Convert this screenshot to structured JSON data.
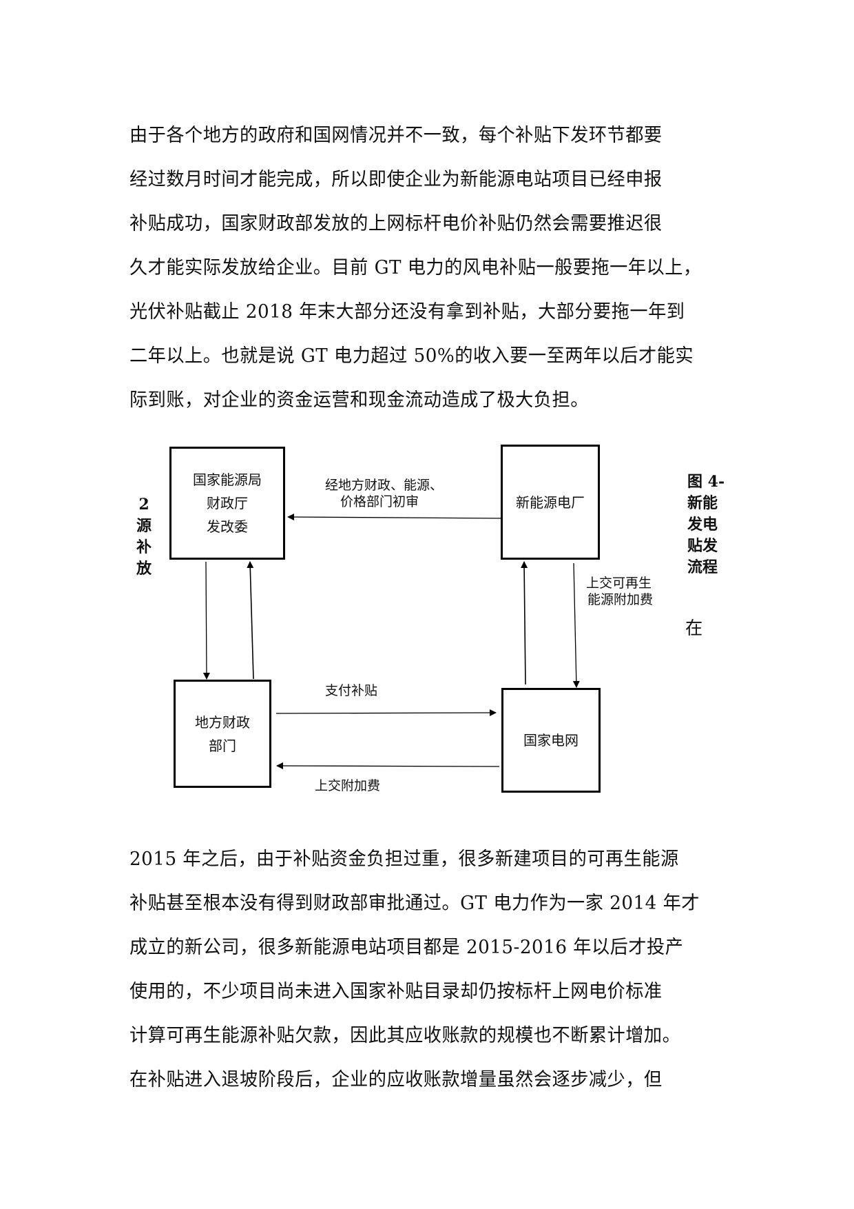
{
  "paragraph1": {
    "lines": [
      "由于各个地方的政府和国网情况并不一致，每个补贴下发环节都要",
      "经过数月时间才能完成，所以即使企业为新能源电站项目已经申报",
      "补贴成功，国家财政部发放的上网标杆电价补贴仍然会需要推迟很",
      "久才能实际发放给企业。目前 GT 电力的风电补贴一般要拖一年以上，",
      "光伏补贴截止 2018 年末大部分还没有拿到补贴，大部分要拖一年到",
      "二年以上。也就是说 GT 电力超过 50%的收入要一至两年以后才能实",
      "际到账，对企业的资金运营和现金流动造成了极大负担。"
    ]
  },
  "diagram": {
    "boxes": {
      "national_energy": {
        "lines": [
          "国家能源局",
          "财政厅",
          "发改委"
        ]
      },
      "new_energy_plant": {
        "lines": [
          "新能源电厂"
        ]
      },
      "local_finance": {
        "lines": [
          "地方财政",
          "部门"
        ]
      },
      "state_grid": {
        "lines": [
          "国家电网"
        ]
      }
    },
    "edges": {
      "plant_to_national": {
        "lines": [
          "经地方财政、能源、",
          "价格部门初审"
        ]
      },
      "plant_to_grid": {
        "lines": [
          "上交可再生",
          "能源附加费"
        ]
      },
      "local_to_grid": {
        "label": "支付补贴"
      },
      "grid_to_local": {
        "label": "上交附加费"
      }
    },
    "caption_right": {
      "lines": [
        "图 4-",
        "新能",
        "发电",
        "贴发",
        "流程"
      ],
      "trailing": "在"
    },
    "caption_left": {
      "lines": [
        "2",
        "源",
        "补",
        "放"
      ]
    }
  },
  "paragraph2": {
    "lines": [
      "2015 年之后，由于补贴资金负担过重，很多新建项目的可再生能源",
      "补贴甚至根本没有得到财政部审批通过。GT 电力作为一家 2014 年才",
      "成立的新公司，很多新能源电站项目都是 2015-2016 年以后才投产",
      "使用的，不少项目尚未进入国家补贴目录却仍按标杆上网电价标准",
      "计算可再生能源补贴欠款，因此其应收账款的规模也不断累计增加。",
      "在补贴进入退坡阶段后，企业的应收账款增量虽然会逐步减少，但"
    ]
  }
}
